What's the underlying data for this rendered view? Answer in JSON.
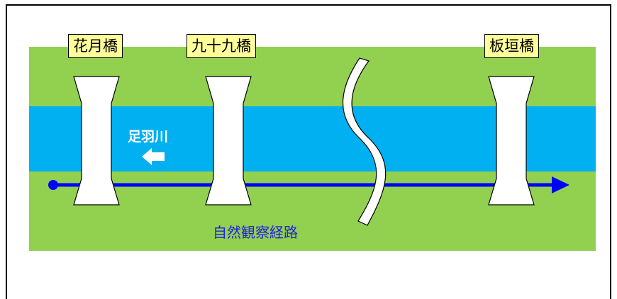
{
  "colors": {
    "field": "#92d050",
    "river": "#00b0f0",
    "route": "#0000ff",
    "label_bg": "#ffff99",
    "bridge": "#ffffff"
  },
  "bridges": [
    {
      "name": "花月橋"
    },
    {
      "name": "九十九橋"
    },
    {
      "name": "板垣橋"
    }
  ],
  "river": {
    "name": "足羽川",
    "flow_arrow": "left-arrow-icon"
  },
  "route": {
    "label": "自然観察経路"
  },
  "break_mark": "wavy-break-line"
}
